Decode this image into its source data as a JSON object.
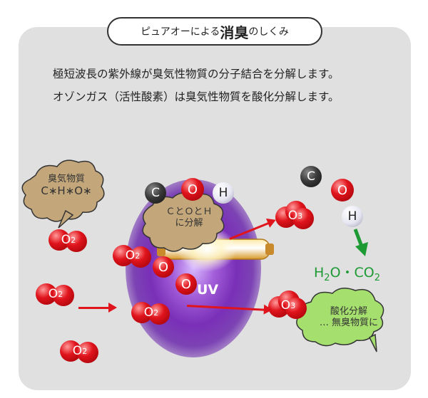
{
  "title": {
    "prefix": "ピュアオーによる",
    "emphasis": "消臭",
    "suffix": "のしくみ"
  },
  "description": [
    "極短波長の紫外線が臭気性物質の分子結合を分解します。",
    "オゾンガス（活性酸素）は臭気性物質を酸化分解します。"
  ],
  "bubbles": {
    "odor": {
      "line1": "臭気物質",
      "line2": "C∗H∗O∗"
    },
    "split": {
      "line1": "ＣとＯとＨ",
      "line2": "に分解"
    },
    "oxidize": {
      "line1": "酸化分解",
      "line2": "… 無臭物質に"
    }
  },
  "atoms": {
    "carbon": "C",
    "oxygen": "O",
    "hydrogen": "H"
  },
  "molecules": {
    "o2": "O",
    "o2_sub": "2",
    "o3": "O",
    "o3_sub": "3"
  },
  "uv_label": "UV",
  "result": {
    "h": "H",
    "h_sub": "2",
    "o": "O・CO",
    "co_sub": "2"
  },
  "colors": {
    "red_arrow": "#e0141c",
    "green_arrow": "#1e9a35",
    "glow": "#7a2fb8",
    "panel": "#e0e0e0"
  }
}
